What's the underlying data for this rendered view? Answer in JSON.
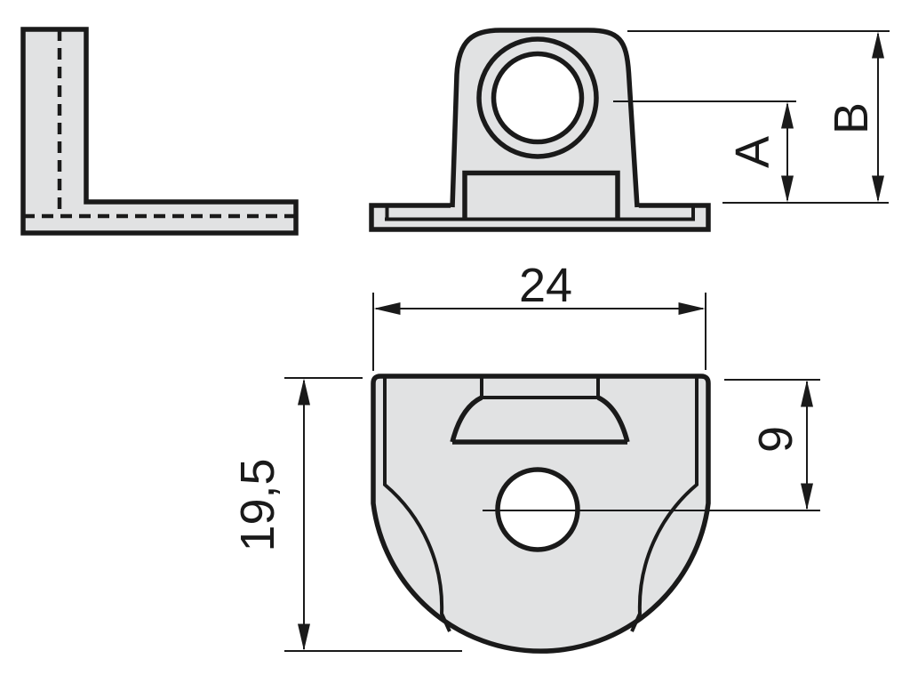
{
  "labels": {
    "width": "24",
    "depth": "19,5",
    "hole_offset": "9",
    "dim_a": "A",
    "dim_b": "B"
  },
  "colors": {
    "part_fill": "#e1e2e3",
    "line": "#1a1a1a",
    "hole_fill": "#ffffff",
    "background": "#ffffff"
  }
}
